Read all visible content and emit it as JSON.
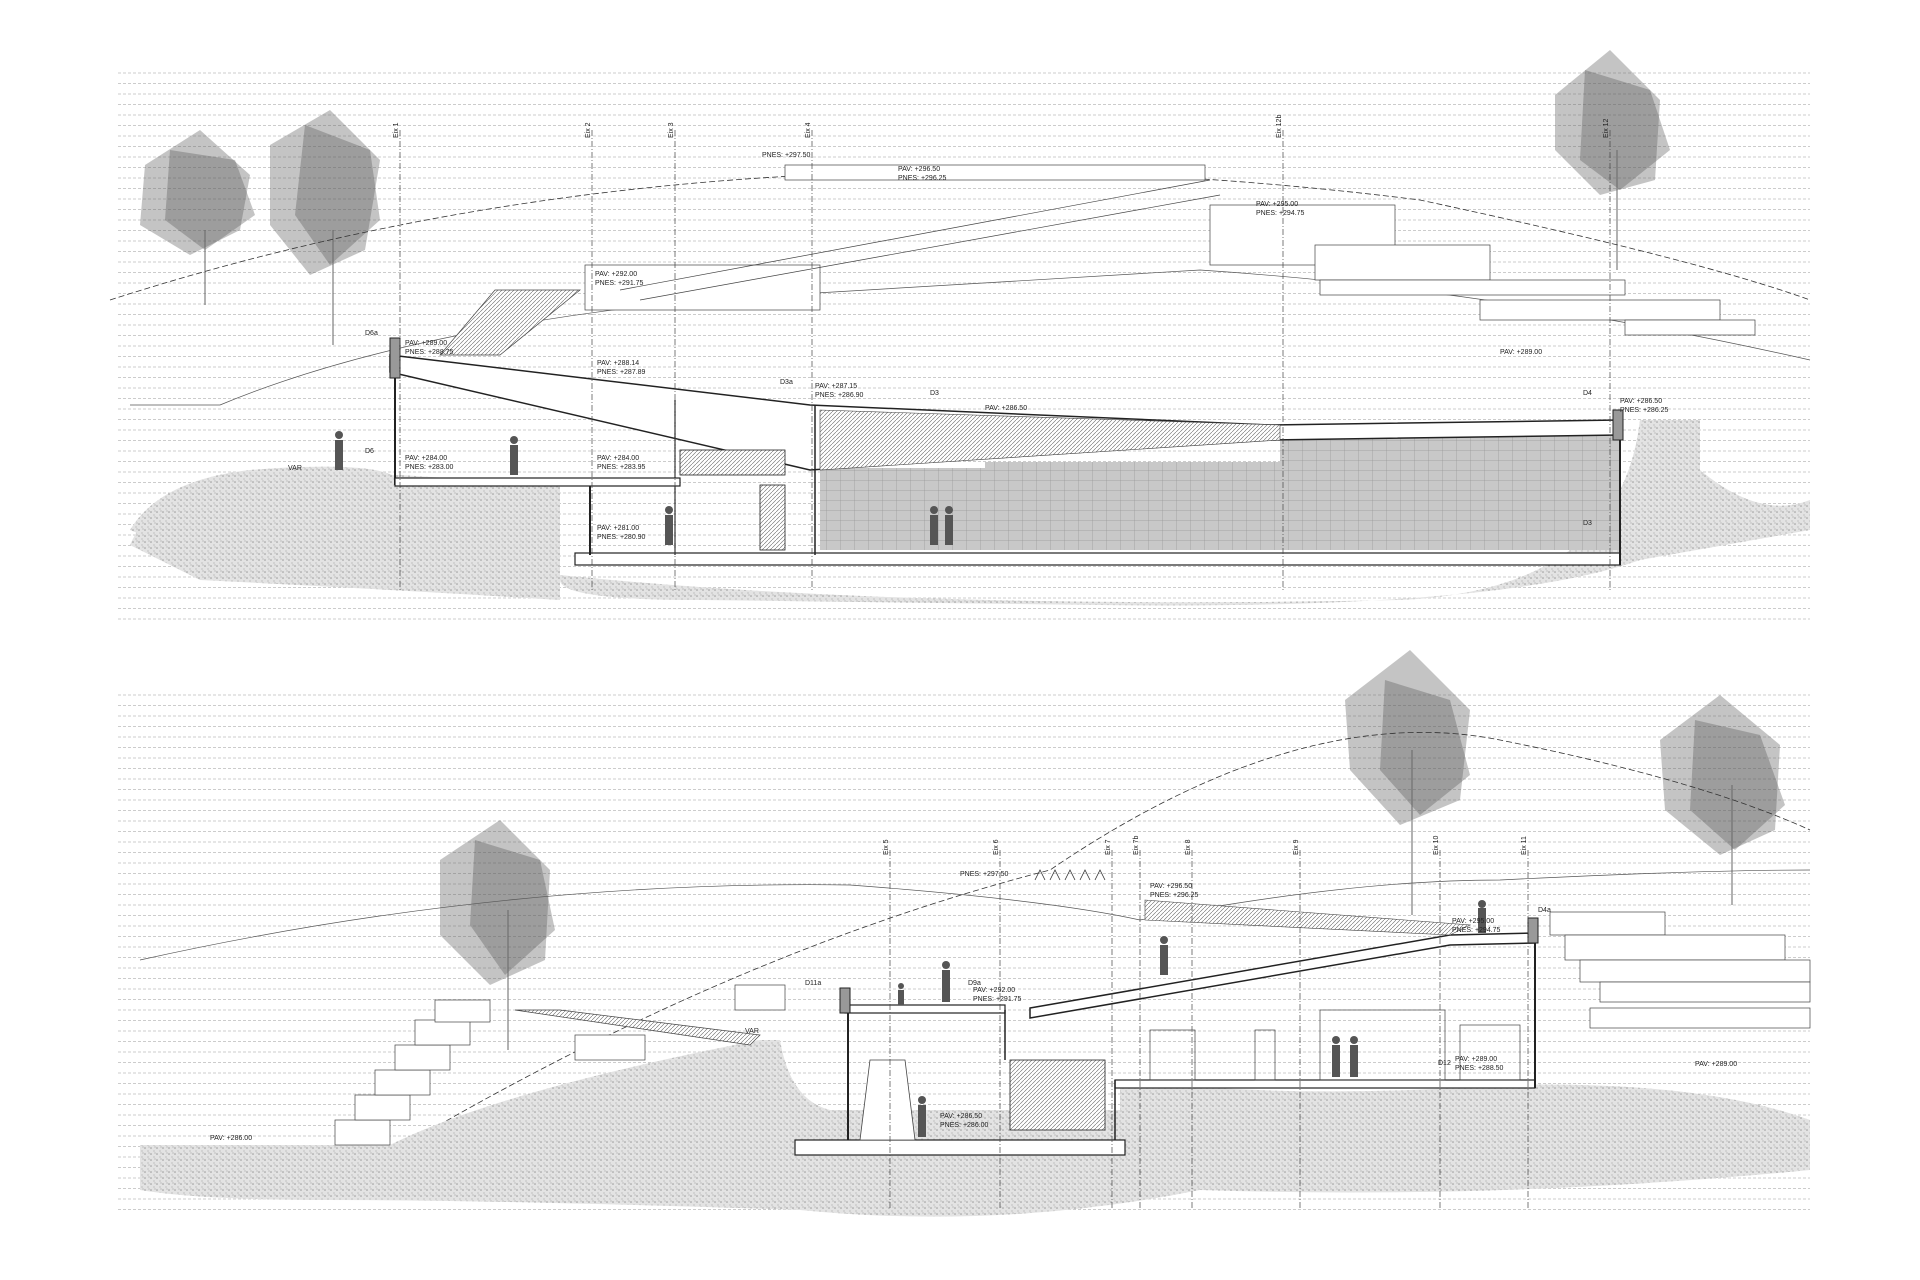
{
  "sheet": {
    "top_section": {
      "axes": [
        "Eix 1",
        "Eix 2",
        "Eix 3",
        "Eix 4",
        "Eix 12b",
        "Eix 12"
      ],
      "labels": [
        {
          "pav": "PNES: +297.50",
          "pnes": ""
        },
        {
          "pav": "PAV: +296.50",
          "pnes": "PNES: +296.25"
        },
        {
          "pav": "PAV: +295.00",
          "pnes": "PNES: +294.75"
        },
        {
          "pav": "PAV: +292.00",
          "pnes": "PNES: +291.75"
        },
        {
          "pav": "PAV: +289.00",
          "pnes": "PNES: +288.75"
        },
        {
          "pav": "PAV: +288.14",
          "pnes": "PNES: +287.89"
        },
        {
          "pav": "PAV: +287.15",
          "pnes": "PNES: +286.90"
        },
        {
          "pav": "PAV: +286.50",
          "pnes": ""
        },
        {
          "pav": "PAV: +289.00",
          "pnes": ""
        },
        {
          "pav": "PAV: +286.50",
          "pnes": "PNES: +286.25"
        },
        {
          "pav": "PAV: +284.00",
          "pnes": "PNES: +283.00"
        },
        {
          "pav": "PAV: +284.00",
          "pnes": "PNES: +283.95"
        },
        {
          "pav": "PAV: +281.00",
          "pnes": "PNES: +280.90"
        }
      ],
      "var_label": "VAR",
      "marks": [
        "D6a",
        "D6",
        "D3a",
        "D3",
        "D4",
        "D3"
      ]
    },
    "bottom_section": {
      "axes": [
        "Eix 5",
        "Eix 6",
        "Eix 7",
        "Eix 7b",
        "Eix 8",
        "Eix 9",
        "Eix 10",
        "Eix 11"
      ],
      "labels": [
        {
          "pav": "PNES: +297.50",
          "pnes": ""
        },
        {
          "pav": "PAV: +296.50",
          "pnes": "PNES: +296.25"
        },
        {
          "pav": "PAV: +295.00",
          "pnes": "PNES: +294.75"
        },
        {
          "pav": "PAV: +292.00",
          "pnes": "PNES: +291.75"
        },
        {
          "pav": "PAV: +289.00",
          "pnes": "PNES: +288.50"
        },
        {
          "pav": "PAV: +289.00",
          "pnes": ""
        },
        {
          "pav": "PAV: +286.50",
          "pnes": "PNES: +286.00"
        },
        {
          "pav": "PAV: +286.00",
          "pnes": ""
        }
      ],
      "var_label": "VAR",
      "marks": [
        "D11a",
        "D9a",
        "D4a",
        "D12"
      ]
    }
  }
}
